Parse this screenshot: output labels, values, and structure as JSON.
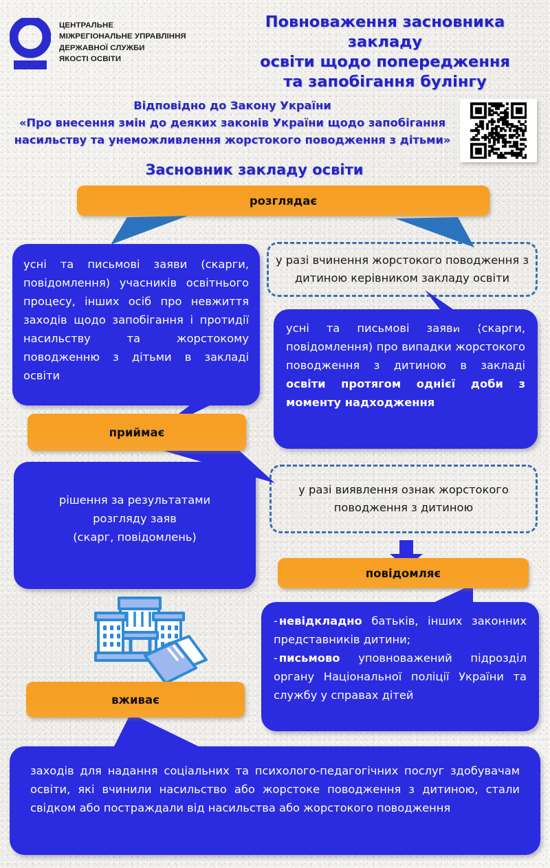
{
  "logo": {
    "icon": "ring-and-bar-logo",
    "lines": [
      "ЦЕНТРАЛЬНЕ",
      "МІЖРЕГІОНАЛЬНЕ УПРАВЛІННЯ",
      "ДЕРЖАВНОЇ СЛУЖБИ",
      "ЯКОСТІ ОСВІТИ"
    ]
  },
  "header": {
    "title_lines": [
      "Повноваження засновника закладу",
      "освіти щодо попередження",
      "та запобігання булінгу"
    ]
  },
  "law_reference": {
    "line1": "Відповідно до Закону України",
    "line2": "«Про внесення змін до деяких законів України щодо запобігання",
    "line3": "насильству та унеможливлення жорстокого поводження з дітьми»"
  },
  "qr": {
    "label": "qr-code"
  },
  "section_title": "Засновник закладу освіти",
  "actions": {
    "reviews": "розглядає",
    "accepts": "приймає",
    "notifies": "повідомляє",
    "takes": "вживає"
  },
  "boxes": {
    "applications_left": "усні та письмові заяви (скарги, повідомлення) учасників освітнього процесу, інших осіб про невжиття заходів щодо запобігання і протидії насильству та жорстокому поводженню з дітьми в закладі освіти",
    "condition_cruelty_by_head": "у разі вчинення жорстокого поводження з дитиною керівником закладу освіти",
    "applications_right_normal": " усні та письмові заяви (скарги, повідомлення) про випадки жорстокого поводження з дитиною в закладі ",
    "applications_right_bold": "освіти протягом однієї доби з моменту надходження",
    "decisions": "рішення за результатами розгляду заяв (скарг, повідомлень)",
    "decisions_lines": [
      "рішення за результатами",
      "розгляду заяв",
      "(скарг, повідомлень)"
    ],
    "condition_signs_detected": "у разі виявлення ознак жорстокого поводження з дитиною",
    "condition_signs_detected_lines": [
      "у разі виявлення ознак жорстокого",
      "поводження з дитиною"
    ],
    "notify_bullets": [
      {
        "bold": "невідкладно",
        "rest": " батьків, інших законних представників дитини;"
      },
      {
        "bold": "письмово",
        "rest": " уповноважений підрозділ органу Національної поліції України та службу у справах дітей"
      }
    ],
    "measures": "заходів для надання соціальних та психолого-педагогічних послуг здобувачам освіти, які вчинили насильство або жорстоке поводження з дитиною, стали свідком або постраждали від насильства або жорстокого поводження"
  },
  "colors": {
    "brand_blue": "#2222c8",
    "box_blue": "#2b2be0",
    "orange": "#f79f23",
    "dashed_border": "#3a6fb0",
    "arrow_steel": "#2b74bd",
    "arrow_blue": "#2b2be0",
    "illustration_light": "#9db8ee",
    "illustration_stroke": "#2f8ad6",
    "background": "#f1f0ed"
  },
  "illustration": {
    "name": "school-building-with-books"
  }
}
